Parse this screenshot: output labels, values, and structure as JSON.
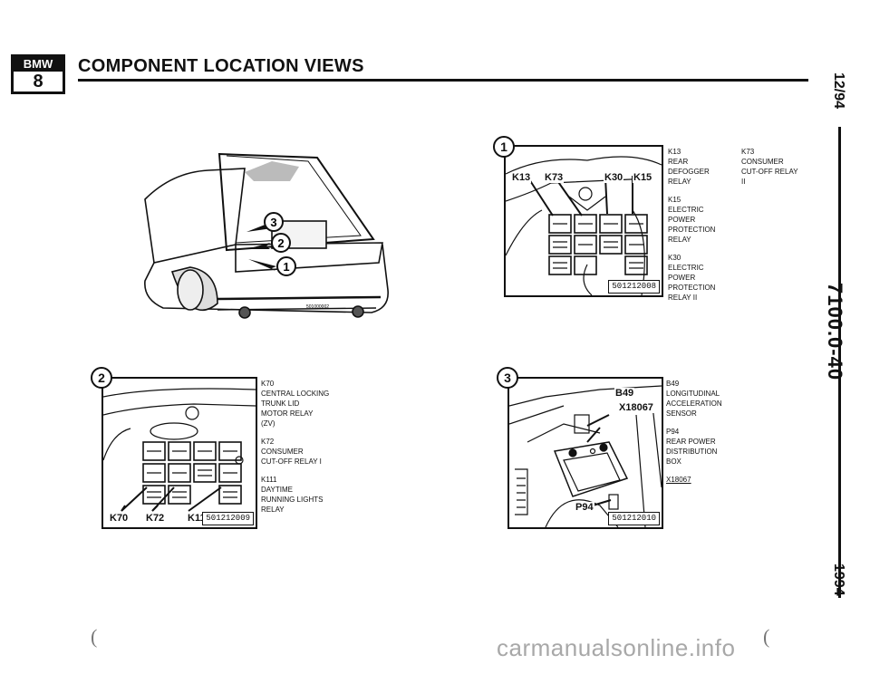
{
  "header": {
    "logo_brand": "BMW",
    "logo_series": "8",
    "title": "COMPONENT LOCATION VIEWS"
  },
  "side": {
    "date": "12/94",
    "code": "7100.0-40",
    "year": "1994"
  },
  "overview": {
    "callouts": [
      "3",
      "2",
      "1"
    ],
    "figure_code": "501000002"
  },
  "panel1": {
    "number": "1",
    "labels": [
      "K13",
      "K73",
      "K30",
      "K15"
    ],
    "figure_id": "501212008",
    "descriptions": [
      {
        "code": "K13",
        "lines": [
          "REAR DEFOGGER",
          "RELAY"
        ]
      },
      {
        "code": "K15",
        "lines": [
          "ELECTRIC",
          "POWER",
          "PROTECTION",
          "RELAY"
        ]
      },
      {
        "code": "K30",
        "lines": [
          "ELECTRIC",
          "POWER",
          "PROTECTION",
          "RELAY II"
        ]
      }
    ],
    "descriptions_right": [
      {
        "code": "K73",
        "lines": [
          "CONSUMER",
          "CUT-OFF RELAY",
          "II"
        ]
      }
    ]
  },
  "panel2": {
    "number": "2",
    "labels": [
      "K70",
      "K72",
      "K111"
    ],
    "figure_id": "501212009",
    "descriptions": [
      {
        "code": "K70",
        "lines": [
          "CENTRAL LOCKING",
          "TRUNK LID",
          "MOTOR RELAY",
          "(ZV)"
        ]
      },
      {
        "code": "K72",
        "lines": [
          "CONSUMER",
          "CUT-OFF RELAY I"
        ]
      },
      {
        "code": "K111",
        "lines": [
          "DAYTIME",
          "RUNNING LIGHTS",
          "RELAY"
        ]
      }
    ]
  },
  "panel3": {
    "number": "3",
    "labels": [
      "B49",
      "X18067",
      "P94"
    ],
    "figure_id": "501212010",
    "descriptions": [
      {
        "code": "B49",
        "lines": [
          "LONGITUDINAL",
          "ACCELERATION",
          "SENSOR"
        ]
      },
      {
        "code": "P94",
        "lines": [
          "REAR POWER",
          "DISTRIBUTION",
          "BOX"
        ]
      }
    ],
    "extra_code": "X18067"
  },
  "footer": {
    "paren_left": "(",
    "paren_right": "(",
    "watermark": "carmanualsonline.info"
  }
}
